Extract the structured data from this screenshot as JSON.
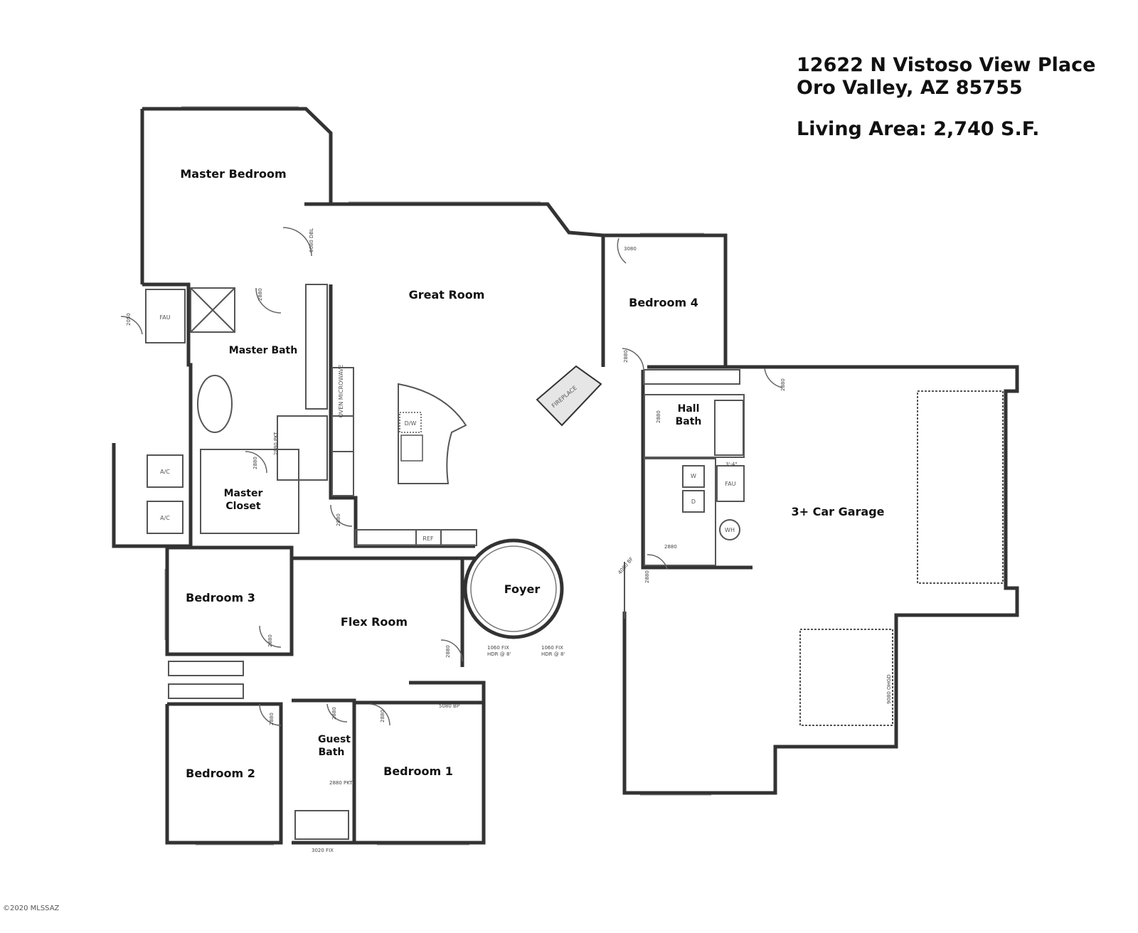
{
  "header": {
    "address_line1": "12622 N Vistoso View Place",
    "address_line2": "Oro Valley, AZ 85755",
    "living_area": "Living Area: 2,740 S.F."
  },
  "rooms": {
    "master_bedroom": "Master Bedroom",
    "great_room": "Great Room",
    "bedroom_4": "Bedroom 4",
    "master_bath": "Master Bath",
    "hall_bath_1": "Hall",
    "hall_bath_2": "Bath",
    "master_closet_1": "Master",
    "master_closet_2": "Closet",
    "garage": "3+ Car Garage",
    "bedroom_3": "Bedroom 3",
    "flex_room": "Flex Room",
    "foyer": "Foyer",
    "guest_bath_1": "Guest",
    "guest_bath_2": "Bath",
    "bedroom_2": "Bedroom 2",
    "bedroom_1": "Bedroom 1"
  },
  "fixtures": {
    "fau_master": "FAU",
    "fau_garage": "FAU",
    "ac_1": "A/C",
    "ac_2": "A/C",
    "dw": "D/W",
    "ref": "REF",
    "fireplace": "FIREPLACE",
    "oven": "OVEN MICROWAVE",
    "washer": "W",
    "dryer": "D",
    "water_heater": "WH"
  },
  "notes": {
    "n_2880_master_bed": "2880",
    "n_6080_dbl": "6080 DBL",
    "n_2050": "2050",
    "n_2880_pkt": "2880 PKT",
    "n_2880_closet": "2880",
    "n_2880_bed4": "2880",
    "n_2880_hall": "2880",
    "n_2880_laundry": "2880",
    "n_2880_garage_door": "2880",
    "n_3080": "3080",
    "n_2880_bed3": "2880",
    "n_2880_flex": "2880",
    "n_2880_guest": "2880",
    "n_2880_bed2": "2880",
    "n_2880_bed1": "2880",
    "n_2880_pkt_guest": "2880 PKT",
    "n_5080_bp": "5080 BP",
    "n_3020_fix": "3020 FIX",
    "n_1060_fix_a": "1060 FIX",
    "n_1060_fix_b": "1060 FIX",
    "n_hdr_a": "HDR @ 8'",
    "n_hdr_b": "HDR @ 8'",
    "n_4080_bf": "4080 BF",
    "n_9080_ohgd": "9080 OHGD",
    "n_3_4": "3'-4\"",
    "n_2880_laundry2": "2880",
    "n_2880_hall2": "2880"
  },
  "copyright": "©2020 MLSSAZ"
}
